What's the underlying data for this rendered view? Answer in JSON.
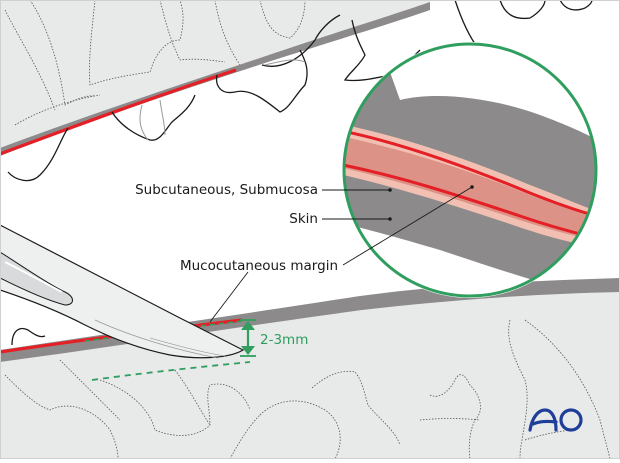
{
  "figure": {
    "type": "surgical illustration",
    "subject": "Mucocutaneous margin incision depth",
    "labels": {
      "subcutaneous": "Subcutaneous, Submucosa",
      "skin": "Skin",
      "margin": "Mucocutaneous margin",
      "depth": "2-3mm"
    },
    "logo": "AO",
    "colors": {
      "background": "#ffffff",
      "tissue_fill": "#e8e9e9",
      "skin_band": "#8c8a8b",
      "incision_red": "#e41f26",
      "submucosa_light": "#f2c0b2",
      "submucosa_dark": "#dc9286",
      "magnifier_ring": "#2f9e5f",
      "measure_green": "#2f9e5f",
      "logo_blue": "#1f3e9a",
      "outline": "#1a1a1a"
    }
  }
}
